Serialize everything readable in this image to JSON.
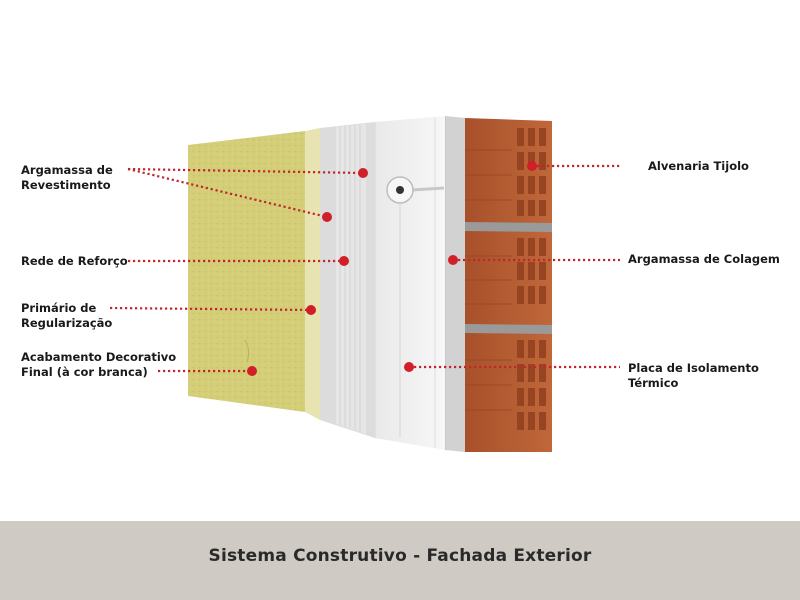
{
  "labels": {
    "argamassa_revestimento": [
      "Argamassa de",
      "Revestimento"
    ],
    "rede_reforco": "Rede de Reforço",
    "primario": [
      "Primário de",
      "Regularização"
    ],
    "acabamento": [
      "Acabamento Decorativo",
      "Final (à cor branca)"
    ],
    "alvenaria": "Alvenaria Tijolo",
    "argamassa_colagem": "Argamassa de Colagem",
    "placa_isolamento": [
      "Placa de Isolamento",
      "Térmico"
    ]
  },
  "footer": {
    "title": "Sistema Construtivo - Fachada Exterior"
  },
  "colors": {
    "leader": "#c0262c",
    "dot": "#d11f2a",
    "finish": "#d2cc74",
    "primer": "#e7e4b2",
    "mortar": "#dcdcdc",
    "insulation": "#f1f1f1",
    "brick": "#b5582a",
    "footer_bg": "#cfcac4"
  }
}
